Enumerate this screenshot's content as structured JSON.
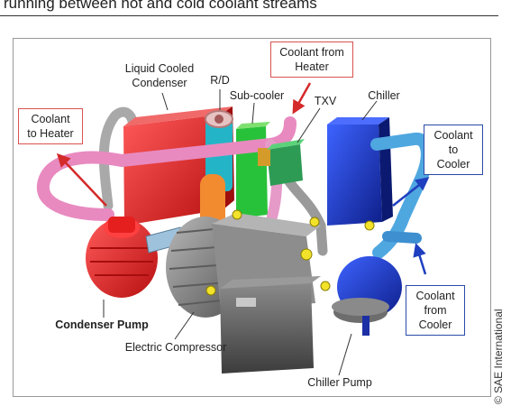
{
  "caption": "running between hot and cold coolant streams",
  "credit": "© SAE International",
  "labels": {
    "liquid_cooled_condenser": [
      "Liquid Cooled",
      "Condenser"
    ],
    "rd": "R/D",
    "sub_cooler": "Sub-cooler",
    "txv": "TXV",
    "chiller": "Chiller",
    "coolant_from_heater": [
      "Coolant from",
      "Heater"
    ],
    "coolant_to_heater": [
      "Coolant",
      "to Heater"
    ],
    "coolant_to_cooler": [
      "Coolant",
      "to",
      "Cooler"
    ],
    "coolant_from_cooler": [
      "Coolant",
      "from",
      "Cooler"
    ],
    "condenser_pump": "Condenser Pump",
    "electric_compressor": "Electric Compressor",
    "chiller_pump": "Chiller Pump"
  },
  "colors": {
    "condenser": "#e0262b",
    "chiller": "#1e3fc8",
    "hot_hose": "#e88ac0",
    "cold_hose": "#4fa7e0",
    "compressor": "#7d7d7d",
    "subcooler": "#28c23a",
    "arrow_red": "#d42a2a",
    "arrow_blue": "#1f3fc0"
  }
}
